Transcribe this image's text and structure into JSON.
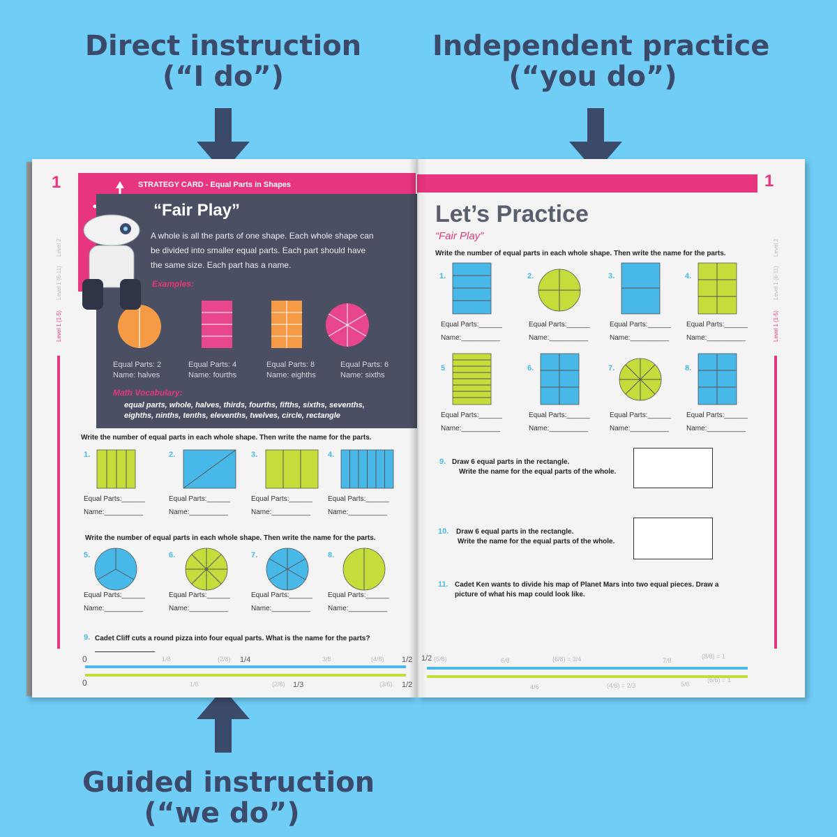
{
  "callouts": {
    "direct": {
      "line1": "Direct instruction",
      "line2": "(“I do”)"
    },
    "independent": {
      "line1": "Independent practice",
      "line2": "(“you do”)"
    },
    "guided": {
      "line1": "Guided instruction",
      "line2": "(“we do”)"
    }
  },
  "colors": {
    "background": "#6fcdf6",
    "arrow": "#3b4a6b",
    "pink": "#e8357f",
    "blue": "#48b8e8",
    "green": "#c5dc3a",
    "orange": "#f59a45",
    "card": "#4a4f63"
  },
  "left_page": {
    "page_number": "1",
    "card_header": "STRATEGY CARD - Equal Parts in Shapes",
    "title": "“Fair Play”",
    "intro_lines": [
      "A whole is all the parts of one shape. Each whole shape can",
      "be divided into smaller equal parts. Each part should have",
      "the same size. Each part has a name."
    ],
    "examples_label": "Examples:",
    "examples": [
      {
        "parts": "Equal Parts: 2",
        "name": "Name: halves"
      },
      {
        "parts": "Equal Parts: 4",
        "name": "Name: fourths"
      },
      {
        "parts": "Equal Parts: 8",
        "name": "Name: eighths"
      },
      {
        "parts": "Equal Parts: 6",
        "name": "Name: sixths"
      }
    ],
    "vocab_label": "Math Vocabulary:",
    "vocab_lines": [
      "equal parts, whole, halves, thirds, fourths, fifths, sixths, sevenths,",
      "eighths, ninths, tenths, elevenths, twelves, circle, rectangle"
    ],
    "instruction_1": "Write the number of equal parts in each whole shape. Then write the name for the parts.",
    "instruction_2": "Write the number of equal parts in each whole shape. Then write the name for the parts.",
    "item_numbers_row1": [
      "1.",
      "2.",
      "3.",
      "4."
    ],
    "item_numbers_row2": [
      "5.",
      "6.",
      "7.",
      "8."
    ],
    "equal_parts_blank": "Equal Parts:______",
    "name_blank": "Name:__________",
    "q9_num": "9.",
    "q9_text": "Cadet Cliff cuts a round pizza into four equal parts. What is the name for the parts?",
    "side_labels": [
      "Level 1 (1-5)",
      "Level 1 (6-11)",
      "Level 2"
    ],
    "ruler_top": [
      "0",
      "1/8",
      "(2/8)",
      "1/4",
      "3/8",
      "(4/8)",
      "1/2"
    ],
    "ruler_bottom": [
      "0",
      "1/6",
      "(2/6)",
      "1/3",
      "(3/6)",
      "1/2"
    ]
  },
  "right_page": {
    "page_number": "1",
    "title": "Let’s Practice",
    "subtitle": "“Fair Play”",
    "instruction": "Write the number of equal parts in each whole shape. Then write the name for the parts.",
    "item_numbers_row1": [
      "1.",
      "2.",
      "3.",
      "4."
    ],
    "item_numbers_row2": [
      "5",
      "6.",
      "7.",
      "8."
    ],
    "equal_parts_blank": "Equal Parts:______",
    "name_blank": "Name:__________",
    "q9_num": "9.",
    "q9_line1": "Draw 6 equal parts in the rectangle.",
    "q9_line2": "Write the name for the equal parts of the whole.",
    "q10_num": "10.",
    "q10_line1": "Draw 6 equal parts in the rectangle.",
    "q10_line2": "Write the name for the equal parts of the whole.",
    "q11_num": "11.",
    "q11_line1": "Cadet Ken wants to divide his map of Planet Mars into two equal pieces. Draw a",
    "q11_line2": "picture of what his map could look like.",
    "side_labels": [
      "Level 1 (1-5)",
      "Level 1 (6-11)",
      "Level 2"
    ],
    "ruler_top": [
      "1/2",
      "(5/8)",
      "6/8",
      "(6/8) = 3/4",
      "7/8",
      "(8/8) = 1"
    ],
    "ruler_bottom": [
      "4/6",
      "(4/6) = 2/3",
      "5/6",
      "(6/6) = 1"
    ]
  }
}
